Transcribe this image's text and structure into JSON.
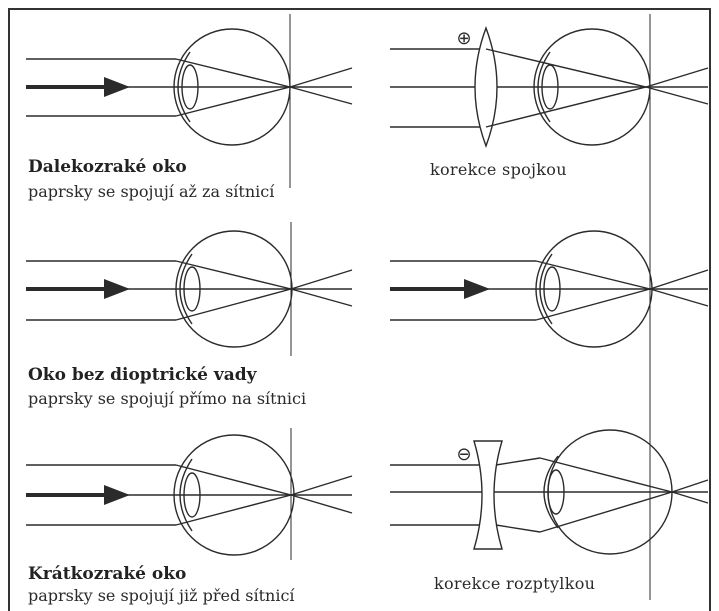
{
  "panels": [
    {
      "id": "farsighted",
      "title": "Dalekozraké oko",
      "subtitle": "paprsky se spojují až za sítnicí",
      "correction": "korekce spojkou",
      "lens_symbol": "⊕",
      "lens_type": "convex"
    },
    {
      "id": "normal",
      "title": "Oko bez dioptrické vady",
      "subtitle": "paprsky se spojují přímo na sítnici"
    },
    {
      "id": "nearsighted",
      "title": "Krátkozraké oko",
      "subtitle": "paprsky se spojují již před sítnicí",
      "correction": "korekce rozptylkou",
      "lens_symbol": "⊖",
      "lens_type": "concave"
    }
  ],
  "colors": {
    "line": "#2b2b2b",
    "border": "#333333",
    "background": "#ffffff"
  }
}
